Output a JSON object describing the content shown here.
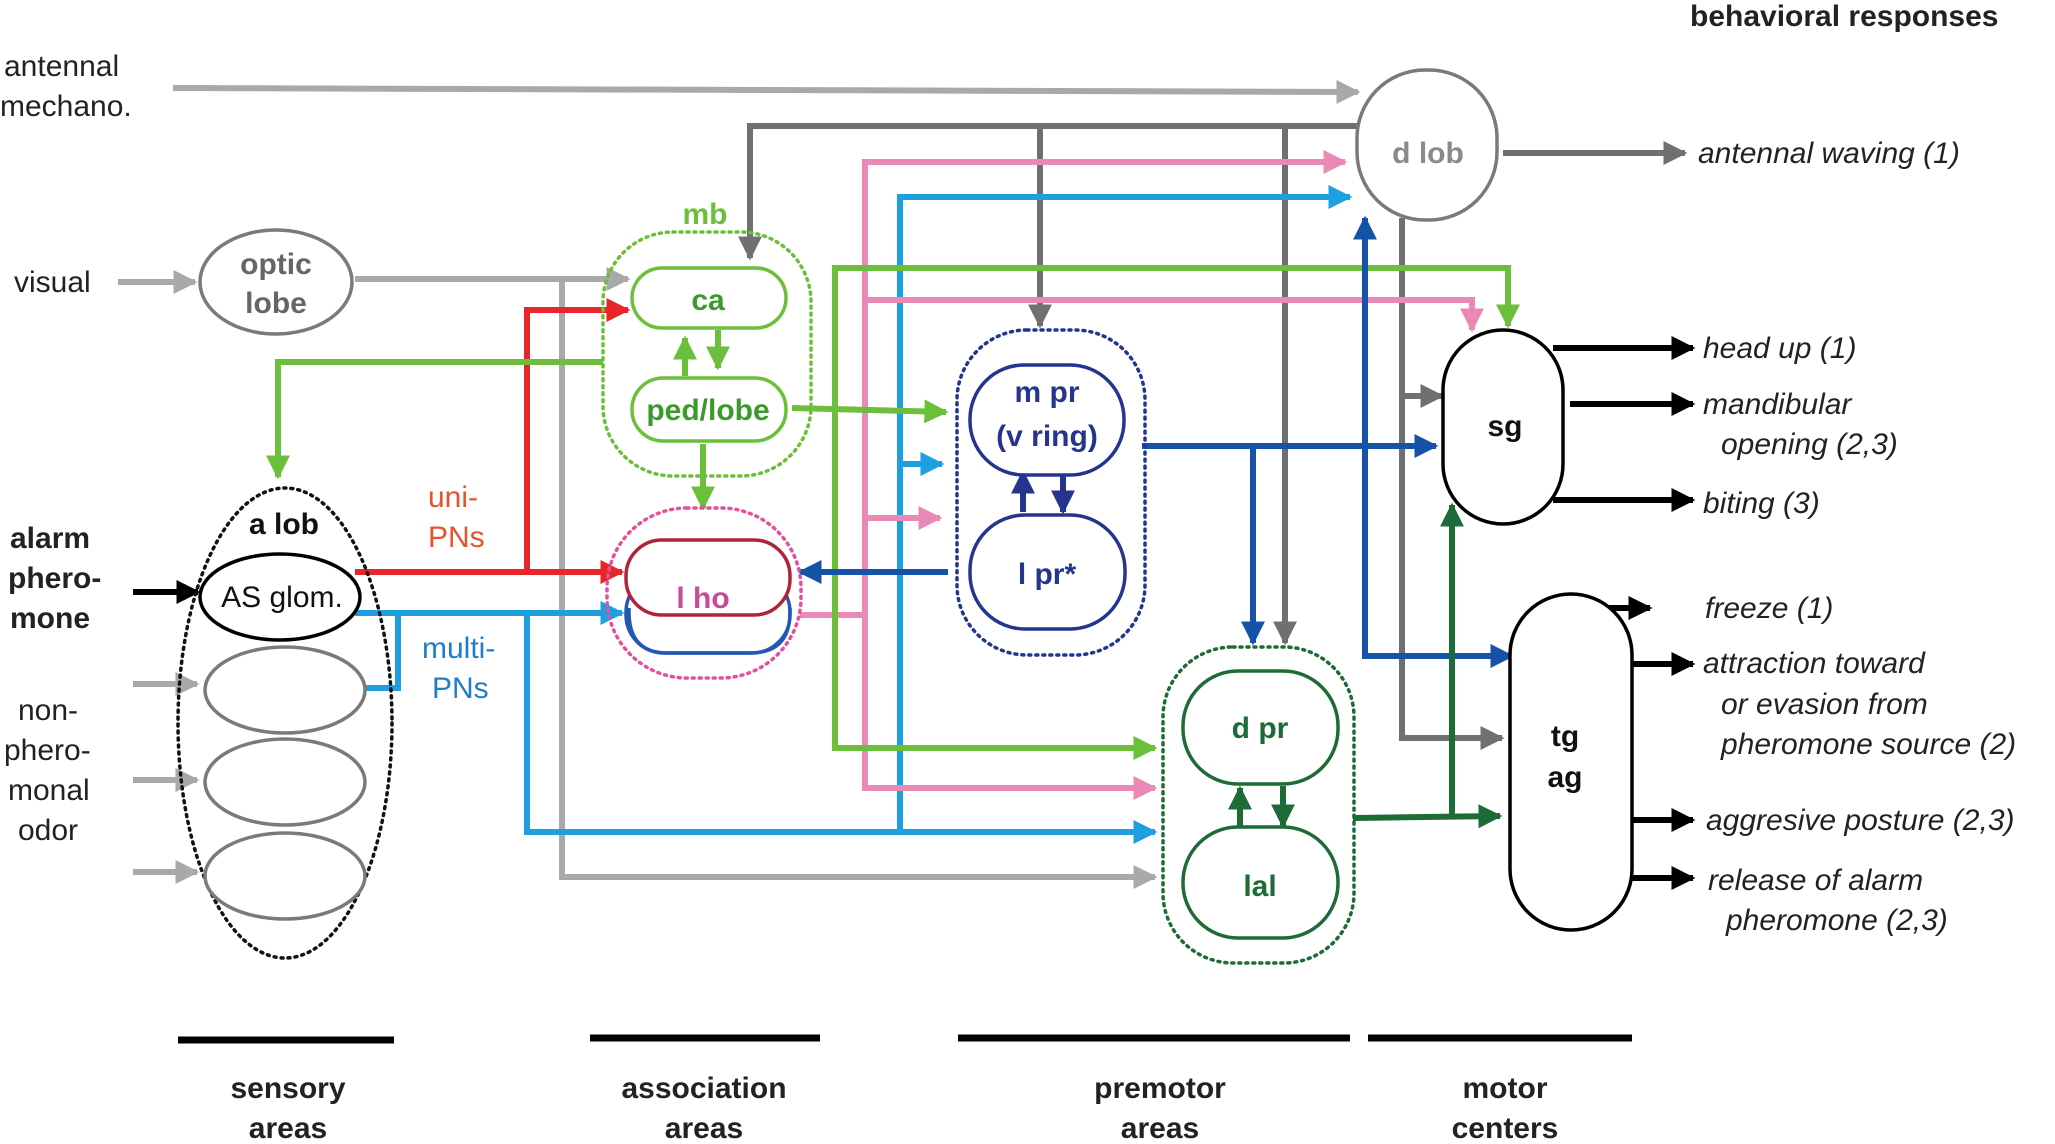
{
  "header": "behavioral responses",
  "inputs": {
    "antennal": [
      "antennal",
      "mechano."
    ],
    "visual": "visual",
    "alarm": [
      "alarm",
      "phero-",
      "mone"
    ],
    "nonphero": [
      "non-",
      "phero-",
      "monal",
      "odor"
    ]
  },
  "nodes": {
    "optic": [
      "optic",
      "lobe"
    ],
    "alob": "a lob",
    "asglom": "AS glom.",
    "mb": "mb",
    "ca": "ca",
    "ped": "ped/lobe",
    "lho": "l ho",
    "mpr": [
      "m pr",
      "(v ring)"
    ],
    "lpr": "l pr*",
    "dlob": "d lob",
    "sg": "sg",
    "tgag": [
      "tg",
      "ag"
    ],
    "dpr": "d pr",
    "lal": "lal"
  },
  "pathway_labels": {
    "uni": [
      "uni-",
      "PNs"
    ],
    "multi": [
      "multi-",
      "PNs"
    ]
  },
  "responses": [
    [
      "antennal waving (1)"
    ],
    [
      "head up (1)"
    ],
    [
      "mandibular",
      "opening (2,3)"
    ],
    [
      "biting (3)"
    ],
    [
      "freeze (1)"
    ],
    [
      "attraction toward",
      "or evasion from",
      "pheromone source (2)"
    ],
    [
      "aggresive posture (2,3)"
    ],
    [
      "release of alarm",
      "pheromone (2,3)"
    ]
  ],
  "areas": [
    [
      "sensory",
      "areas"
    ],
    [
      "association",
      "areas"
    ],
    [
      "premotor",
      "areas"
    ],
    [
      "motor",
      "centers"
    ]
  ],
  "colors": {
    "gray": "#a9a9a9",
    "darkgray": "#707070",
    "red": "#e8262a",
    "lightblue": "#1ea0e0",
    "pink": "#ea89b6",
    "green": "#6cbf3a",
    "darkgreen": "#1d6b36",
    "navy": "#23358f",
    "blue": "#1553a8",
    "crimson": "#b0243a",
    "magenta": "#c84a9a",
    "black": "#000000"
  }
}
